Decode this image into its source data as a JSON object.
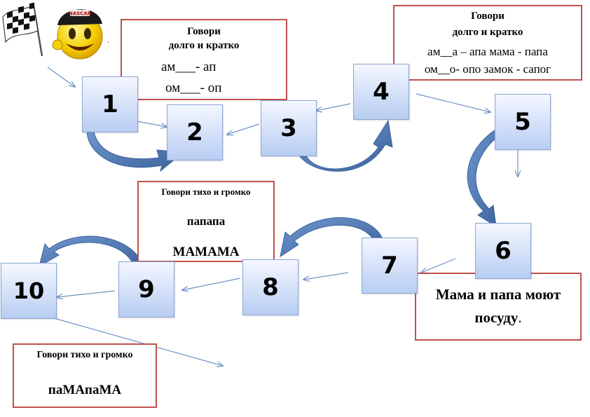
{
  "cards": {
    "speak_long_short_1": {
      "title_line1": "Говори",
      "title_line2": "долго и кратко",
      "line1": "ам___- ап",
      "line2": "ом___- оп"
    },
    "speak_long_short_2": {
      "title_line1": "Говори",
      "title_line2": "долго и кратко",
      "line1": "ам__а – апа  мама - папа",
      "line2": "ом__о- опо замок - сапог"
    },
    "speak_quiet_loud_1": {
      "title": "Говори тихо и громко",
      "line1": "папапа",
      "line2": "МАМАМА"
    },
    "sentence": {
      "line1": "Мама и папа моют",
      "line2": "посуду",
      "line2_suffix": "."
    },
    "speak_quiet_loud_2": {
      "title": "Говори тихо и громко",
      "line1": "паМАпаМА"
    }
  },
  "steps": [
    "1",
    "2",
    "3",
    "4",
    "5",
    "6",
    "7",
    "8",
    "9",
    "10"
  ],
  "decor": {
    "cap_logo": "NASCAR",
    "dot": "."
  },
  "colors": {
    "tile_top": "#f4f7ff",
    "tile_bottom": "#b8cdf2",
    "card_border": "#c0504d",
    "curved_arrow": "#4f7ab3",
    "thin_arrow": "#6f93c4"
  }
}
